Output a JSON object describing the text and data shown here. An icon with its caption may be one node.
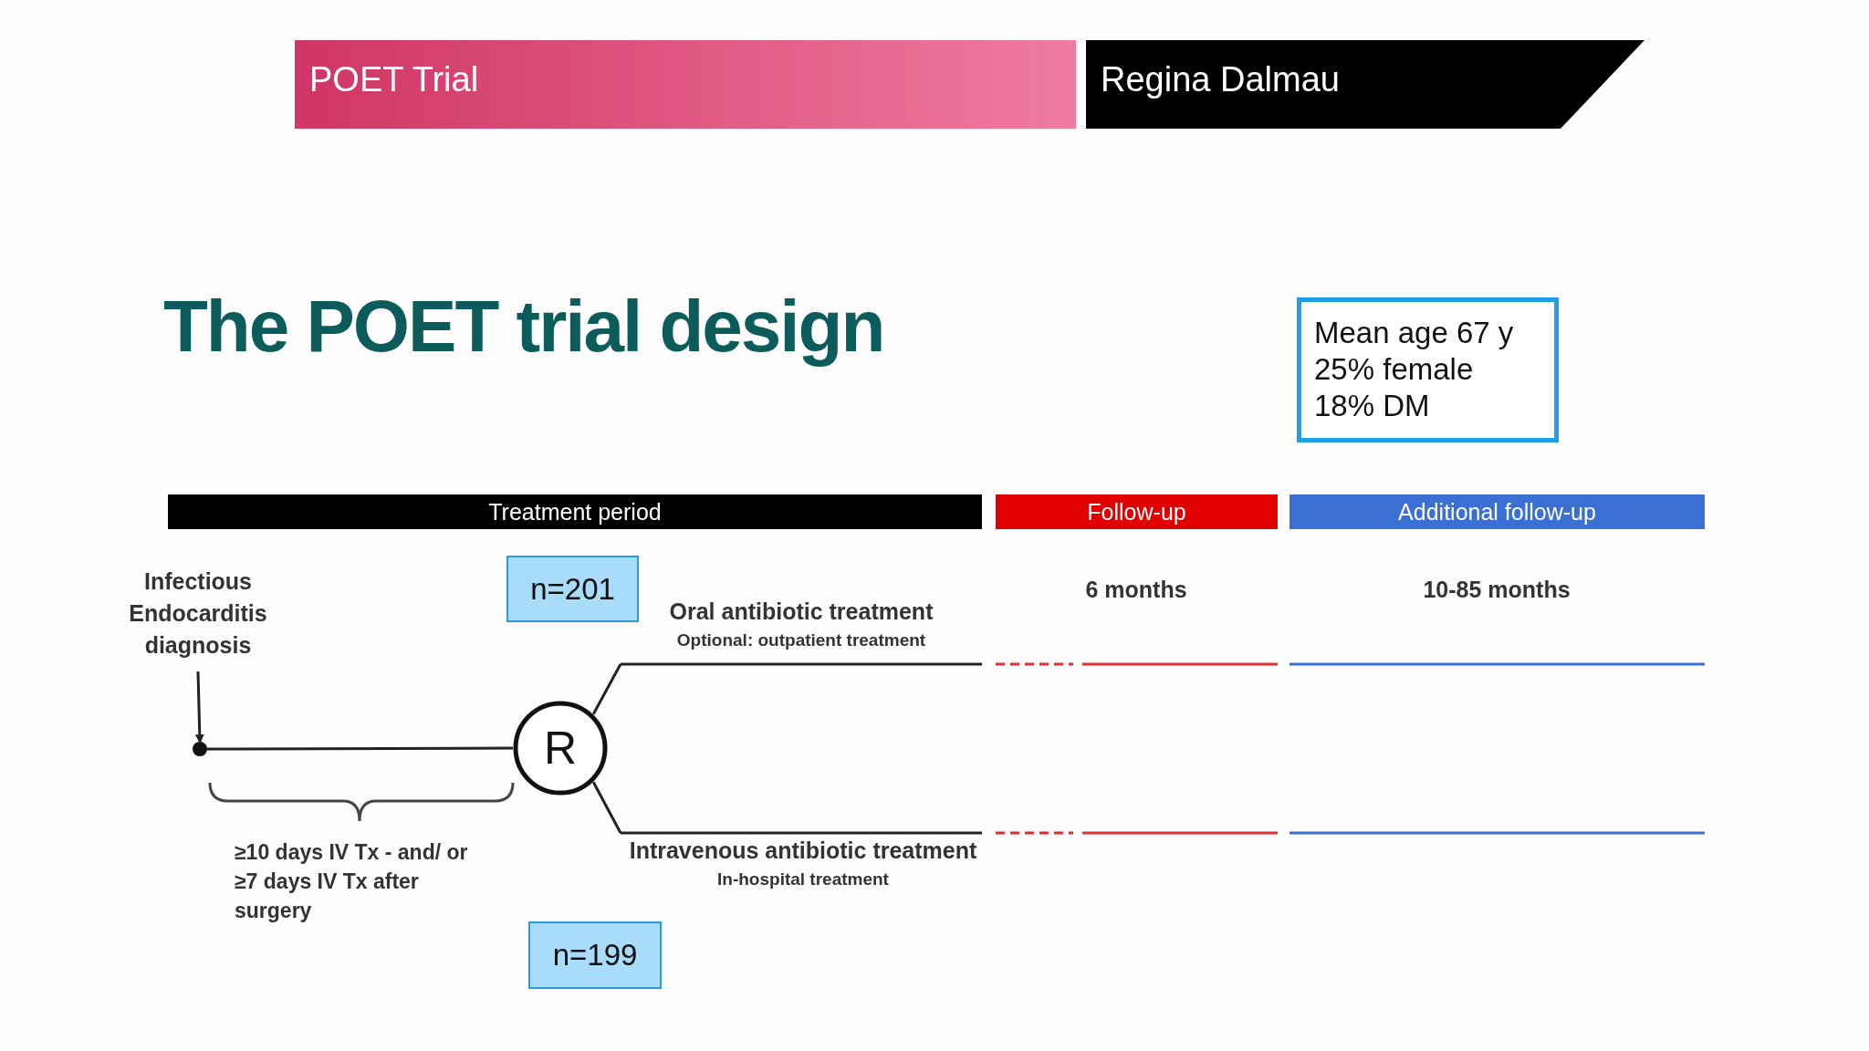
{
  "diagram": {
    "title": "The POET trial design",
    "nodes": [
      {
        "text": [
          "POET Trial"
        ]
      },
      {
        "text": [
          "Regina Dalmau"
        ]
      },
      {
        "text": [
          "Mean age 67 y",
          "25% female",
          "18% DM"
        ]
      },
      {
        "text": [
          "Treatment period"
        ]
      },
      {
        "text": [
          "Follow-up"
        ]
      },
      {
        "text": [
          "Additional follow-up"
        ]
      },
      {
        "text": [
          "Infectious Endocarditis diagnosis"
        ]
      },
      {
        "text": [
          "n=201"
        ]
      },
      {
        "text": [
          "Oral antibiotic treatment",
          "Optional: outpatient treatment"
        ]
      },
      {
        "text": [],
        "shape": "circle"
      },
      {
        "text": [
          "R"
        ]
      },
      {
        "text": [
          "Intravenous antibiotic treatment",
          "In-hospital treatment"
        ]
      },
      {
        "text": [
          "n=199"
        ]
      }
    ],
    "edges": [
      {
        "from": 6,
        "to": 9,
        "arrow": "to"
      },
      {
        "from": 9,
        "to": 10,
        "arrow": "none"
      },
      {
        "from": 10,
        "to": 8,
        "arrow": "none"
      },
      {
        "from": 10,
        "to": 11,
        "arrow": "none"
      }
    ],
    "labels": [
      "6 months",
      "10-85 months",
      "≥10 days IV Tx - and/ or ≥7 days IV Tx after surgery"
    ]
  }
}
